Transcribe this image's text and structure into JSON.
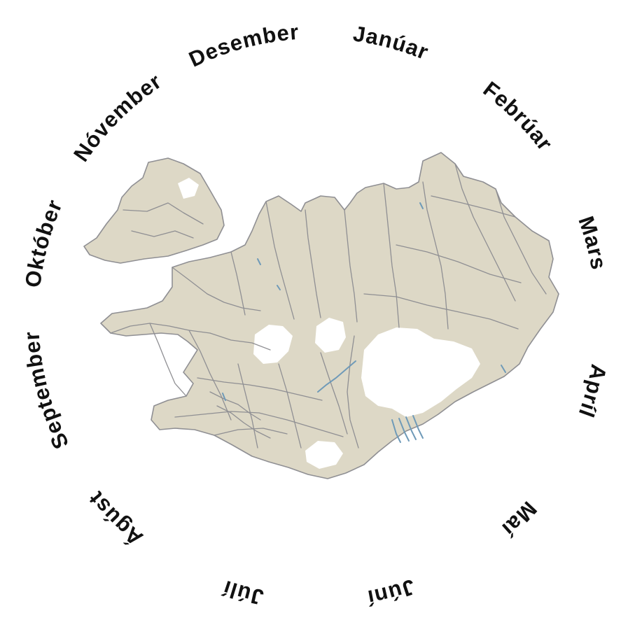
{
  "months": [
    "Janúar",
    "Febrúar",
    "Mars",
    "Apríl",
    "Maí",
    "Júní",
    "Júlí",
    "Ágúst",
    "September",
    "Október",
    "Nóvember",
    "Desember"
  ],
  "colors": {
    "land": "#ddd8c6",
    "boundary": "#8f8f93",
    "water": "#6f9ab8",
    "glacier": "#ffffff",
    "text": "#111111"
  }
}
